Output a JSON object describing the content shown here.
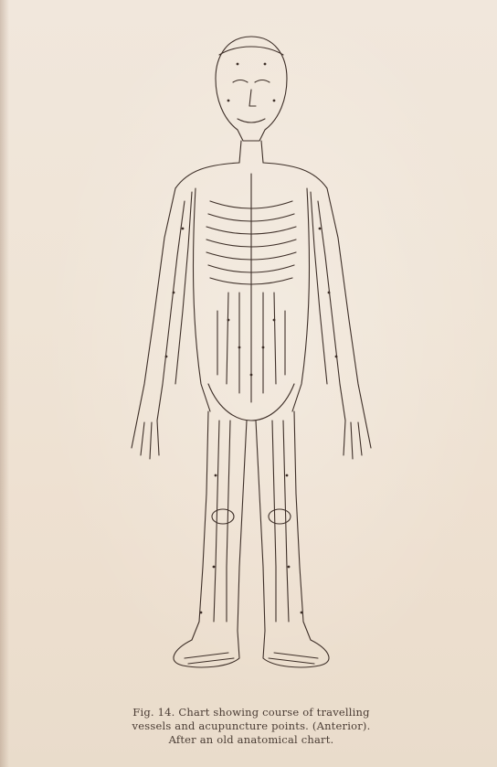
{
  "caption": {
    "line1": "Fig. 14.  Chart showing course of travelling",
    "line2": "vessels and acupuncture points.  (Anterior).",
    "line3": "After an old anatomical chart."
  },
  "colors": {
    "paper": "#efe4d6",
    "ink": "#4a3c34"
  },
  "icons": {
    "figure": "acupuncture-meridian-figure-drawing"
  }
}
